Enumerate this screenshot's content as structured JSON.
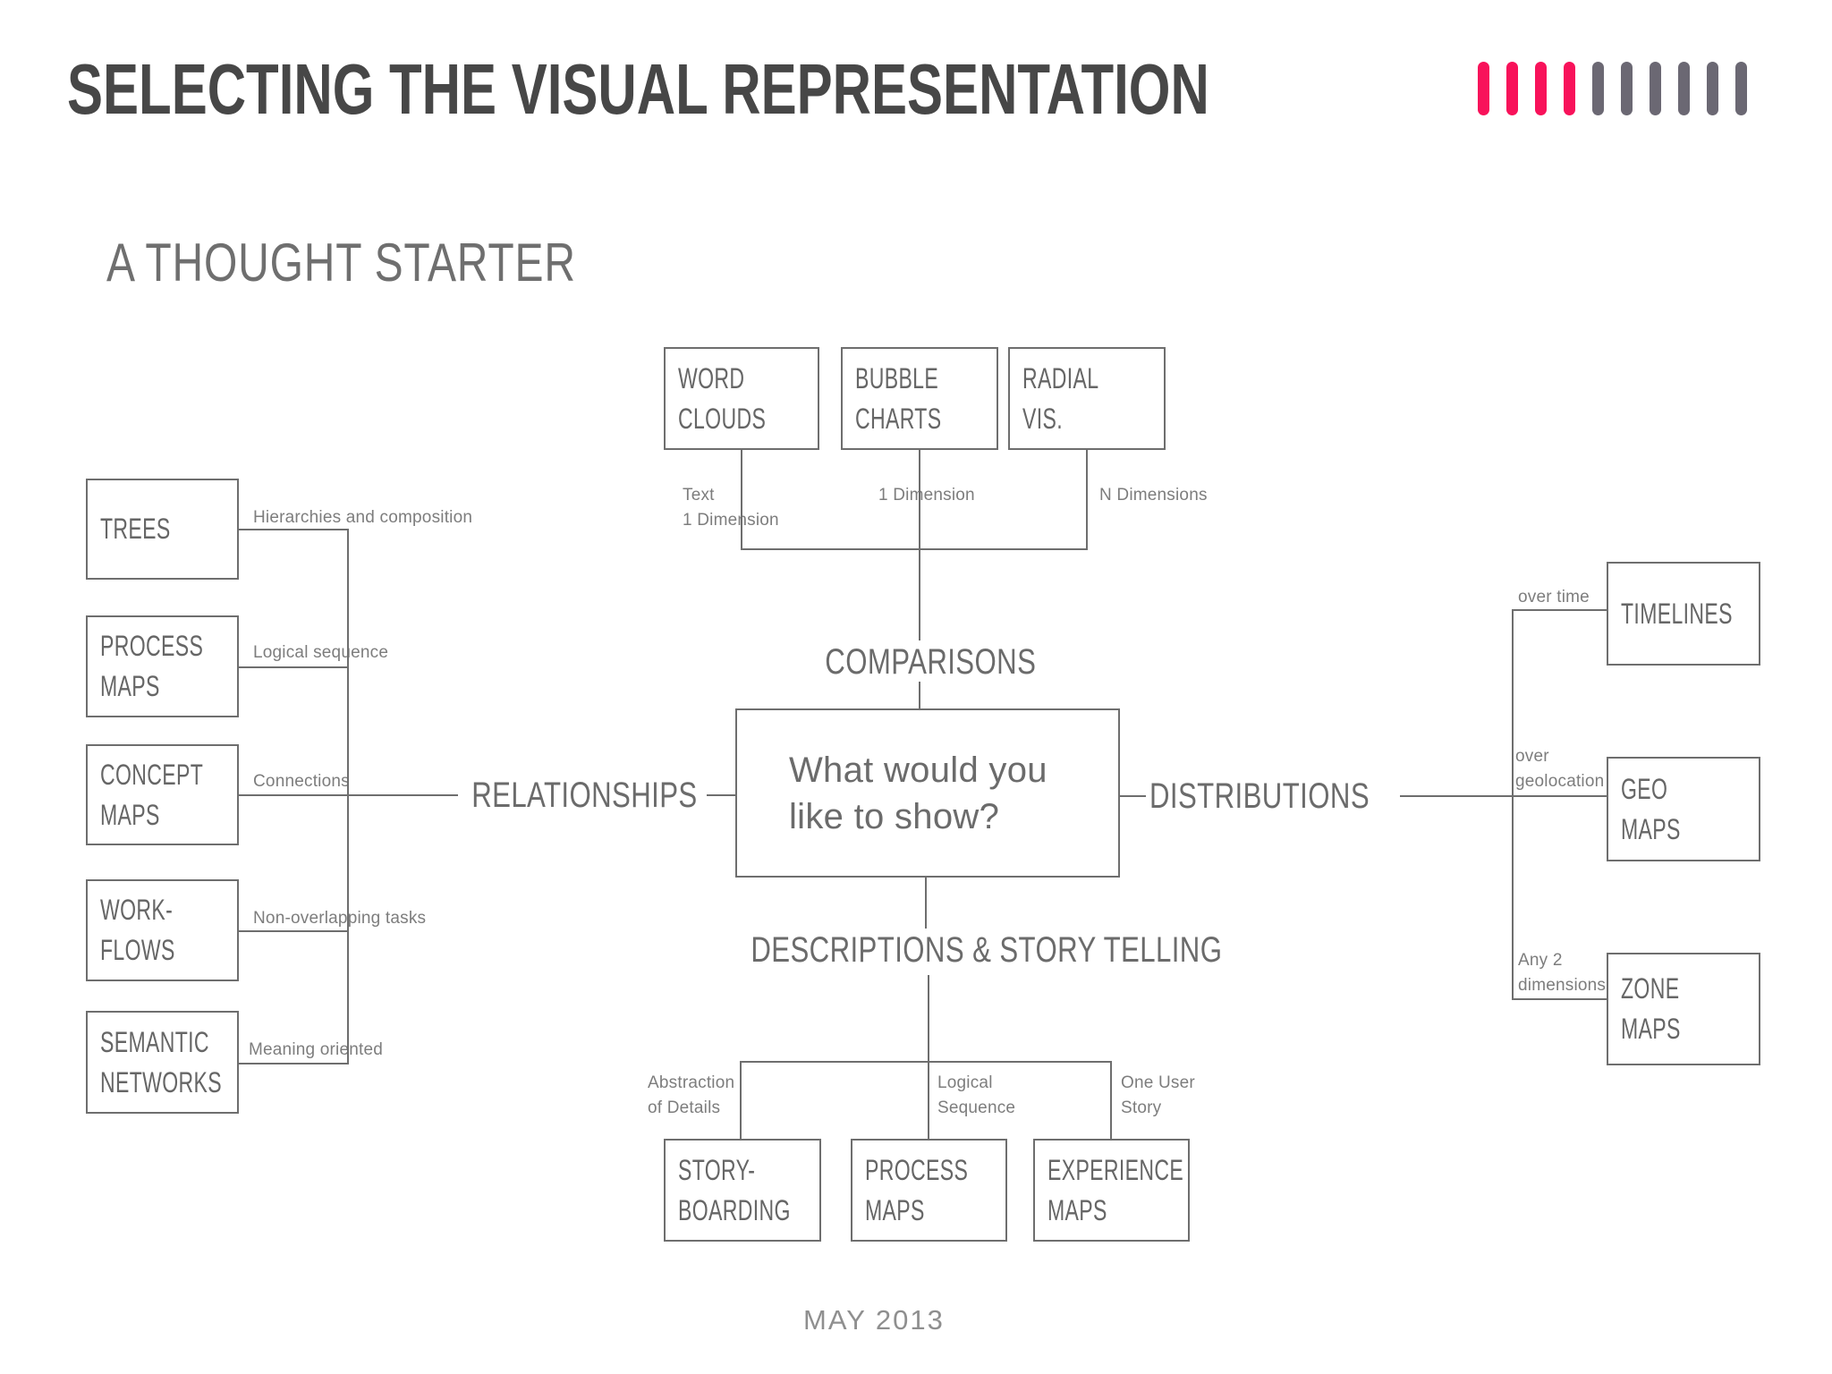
{
  "header": {
    "title": "SELECTING THE VISUAL REPRESENTATION",
    "subtitle": "A THOUGHT STARTER",
    "bars": {
      "pink_count": 4,
      "gray_count": 6,
      "pink_color": "#F8125A",
      "gray_color": "#6B6873"
    }
  },
  "colors": {
    "accent_pink": "#F8125A",
    "bar_gray": "#6B6873",
    "line_gray": "#6E6E6E",
    "title_gray": "#474747",
    "box_text_gray": "#666666",
    "note_gray": "#7D7D7D"
  },
  "center": {
    "question": "What would you\nlike to show?"
  },
  "branches": {
    "comparisons": {
      "label": "COMPARISONS",
      "items": [
        {
          "box": "WORD\nCLOUDS",
          "note": "Text\n1 Dimension"
        },
        {
          "box": "BUBBLE\nCHARTS",
          "note": "1 Dimension"
        },
        {
          "box": "RADIAL\nVIS.",
          "note": "N Dimensions"
        }
      ]
    },
    "relationships": {
      "label": "RELATIONSHIPS",
      "items": [
        {
          "box": "TREES",
          "note": "Hierarchies and composition"
        },
        {
          "box": "PROCESS\nMAPS",
          "note": "Logical sequence"
        },
        {
          "box": "CONCEPT\nMAPS",
          "note": "Connections"
        },
        {
          "box": "WORK-\nFLOWS",
          "note": "Non-overlapping tasks"
        },
        {
          "box": "SEMANTIC\nNETWORKS",
          "note": "Meaning oriented"
        }
      ]
    },
    "distributions": {
      "label": "DISTRIBUTIONS",
      "items": [
        {
          "box": "TIMELINES",
          "note": "over time"
        },
        {
          "box": "GEO MAPS",
          "note": "over\ngeolocation"
        },
        {
          "box": "ZONE\nMAPS",
          "note": "Any 2\ndimensions"
        }
      ]
    },
    "descriptions": {
      "label": "DESCRIPTIONS & STORY TELLING",
      "items": [
        {
          "box": "STORY-\nBOARDING",
          "note": "Abstraction\nof Details"
        },
        {
          "box": "PROCESS\nMAPS",
          "note": "Logical\nSequence"
        },
        {
          "box": "EXPERIENCE\nMAPS",
          "note": "One User\nStory"
        }
      ]
    }
  },
  "footer": {
    "date": "MAY 2013"
  }
}
